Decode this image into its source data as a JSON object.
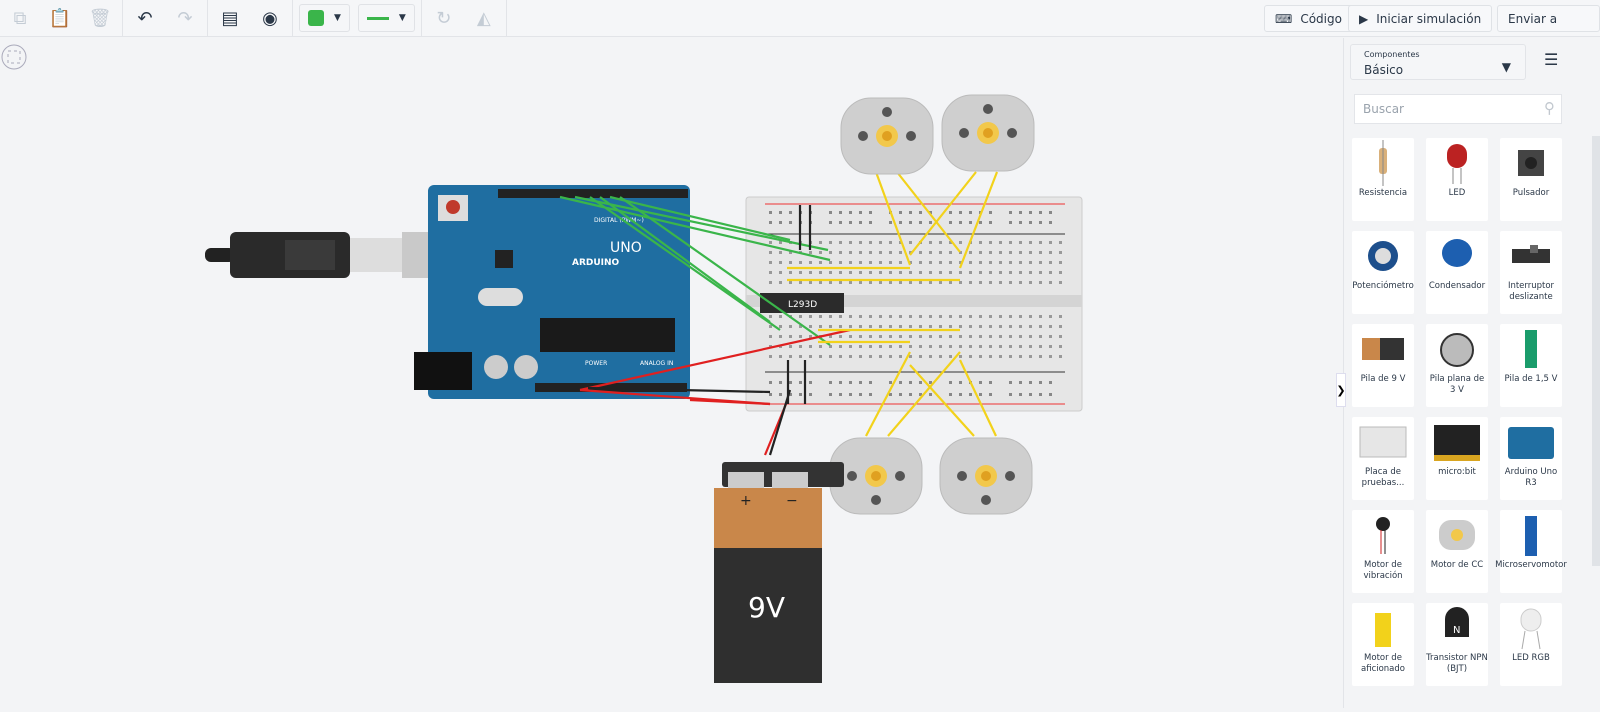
{
  "toolbar": {
    "code_label": "Código",
    "simulate_label": "Iniciar simulación",
    "send_label": "Enviar a",
    "wire_color": "#3ab54a"
  },
  "sidebar": {
    "category_caption": "Componentes",
    "category_value": "Básico",
    "search_placeholder": "Buscar",
    "components": [
      {
        "label": "Resistencia",
        "icon": "resistor-icon"
      },
      {
        "label": "LED",
        "icon": "led-icon"
      },
      {
        "label": "Pulsador",
        "icon": "pushbutton-icon"
      },
      {
        "label": "Potenciómetro",
        "icon": "potentiometer-icon"
      },
      {
        "label": "Condensador",
        "icon": "capacitor-icon"
      },
      {
        "label": "Interruptor deslizante",
        "icon": "slide-switch-icon"
      },
      {
        "label": "Pila de 9 V",
        "icon": "battery-9v-icon"
      },
      {
        "label": "Pila plana de 3 V",
        "icon": "coin-cell-icon"
      },
      {
        "label": "Pila de 1,5 V",
        "icon": "battery-aa-icon"
      },
      {
        "label": "Placa de pruebas...",
        "icon": "breadboard-icon"
      },
      {
        "label": "micro:bit",
        "icon": "microbit-icon"
      },
      {
        "label": "Arduino Uno R3",
        "icon": "arduino-icon"
      },
      {
        "label": "Motor de vibración",
        "icon": "vibration-motor-icon"
      },
      {
        "label": "Motor de CC",
        "icon": "dc-motor-icon"
      },
      {
        "label": "Microservomotor",
        "icon": "servo-icon"
      },
      {
        "label": "Motor de aficionado",
        "icon": "hobby-motor-icon"
      },
      {
        "label": "Transistor NPN (BJT)",
        "icon": "npn-transistor-icon"
      },
      {
        "label": "LED RGB",
        "icon": "rgb-led-icon"
      }
    ]
  },
  "circuit": {
    "chip_label": "L293D",
    "battery_label": "9V",
    "battery_plus": "+",
    "battery_minus": "−",
    "arduino_brand": "ARDUINO",
    "arduino_model": "UNO",
    "arduino_digital": "DIGITAL (PWM~)",
    "arduino_power": "POWER",
    "arduino_analog": "ANALOG IN"
  }
}
